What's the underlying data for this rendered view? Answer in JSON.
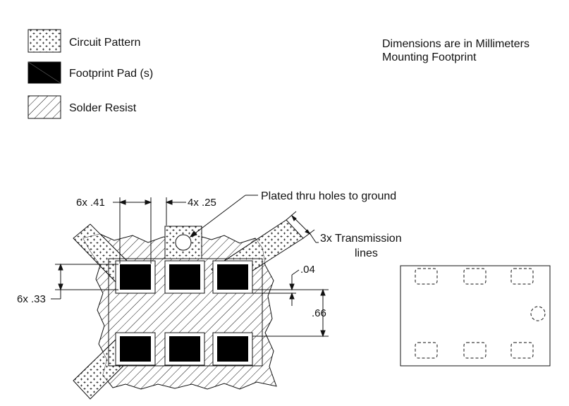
{
  "legend": {
    "items": [
      {
        "label": "Circuit Pattern",
        "swatch": "dotted"
      },
      {
        "label": "Footprint Pad (s)",
        "swatch": "solid"
      },
      {
        "label": "Solder Resist",
        "swatch": "hatched"
      }
    ]
  },
  "notes": {
    "line1": "Dimensions are in Millimeters",
    "line2": "Mounting Footprint"
  },
  "dimensions": {
    "pad_width": "6x .41",
    "gap_width": "4x .25",
    "pad_height": "6x .33",
    "resist_margin": ".04",
    "pad_row_spacing": ".66"
  },
  "callouts": {
    "vias": "Plated thru holes to ground",
    "lines_1": "3x Transmission",
    "lines_2": "lines"
  },
  "colors": {
    "ink": "#111111",
    "pad": "#000000",
    "background": "#ffffff"
  }
}
